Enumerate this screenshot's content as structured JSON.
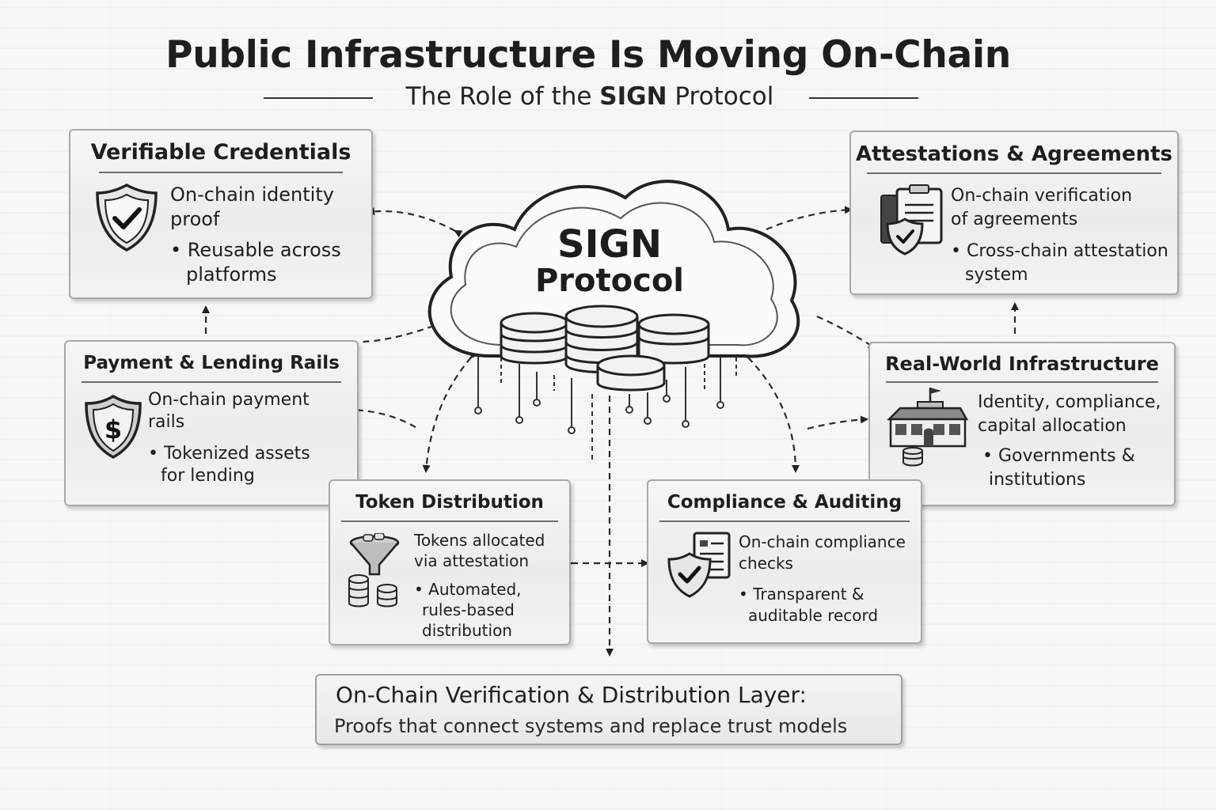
{
  "title": "Public Infrastructure Is Moving On-Chain",
  "subtitle": {
    "before": "The Role of the ",
    "emphasis": "SIGN",
    "after": " Protocol"
  },
  "center": {
    "title": "SIGN",
    "subtitle": "Protocol",
    "icon": "database-stack-icon"
  },
  "cards": {
    "verifiable_credentials": {
      "heading": "Verifiable Credentials",
      "icon": "shield-check-icon",
      "lines": [
        "On-chain identity",
        "proof",
        "• Reusable across",
        "platforms"
      ]
    },
    "attestations": {
      "heading": "Attestations & Agreements",
      "icon": "clipboard-shield-icon",
      "lines": [
        "On-chain verification",
        "of agreements",
        "• Cross-chain attestation",
        "system"
      ]
    },
    "payment": {
      "heading": "Payment & Lending Rails",
      "icon": "dollar-shield-icon",
      "lines": [
        "On-chain payment",
        "rails",
        "• Tokenized assets",
        "for lending"
      ]
    },
    "real_world": {
      "heading": "Real-World Infrastructure",
      "icon": "government-building-icon",
      "lines": [
        "Identity, compliance,",
        "capital allocation",
        "• Governments &",
        "institutions"
      ]
    },
    "token_distribution": {
      "heading": "Token Distribution",
      "icon": "funnel-coins-icon",
      "lines": [
        "Tokens allocated",
        "via attestation",
        "• Automated,",
        "rules-based",
        "distribution"
      ]
    },
    "compliance": {
      "heading": "Compliance & Auditing",
      "icon": "document-shield-icon",
      "lines": [
        "On-chain compliance",
        "checks",
        "• Transparent &",
        "auditable record"
      ]
    }
  },
  "bottom": {
    "title": "On-Chain Verification & Distribution Layer:",
    "text": "Proofs that connect systems and replace trust models"
  }
}
